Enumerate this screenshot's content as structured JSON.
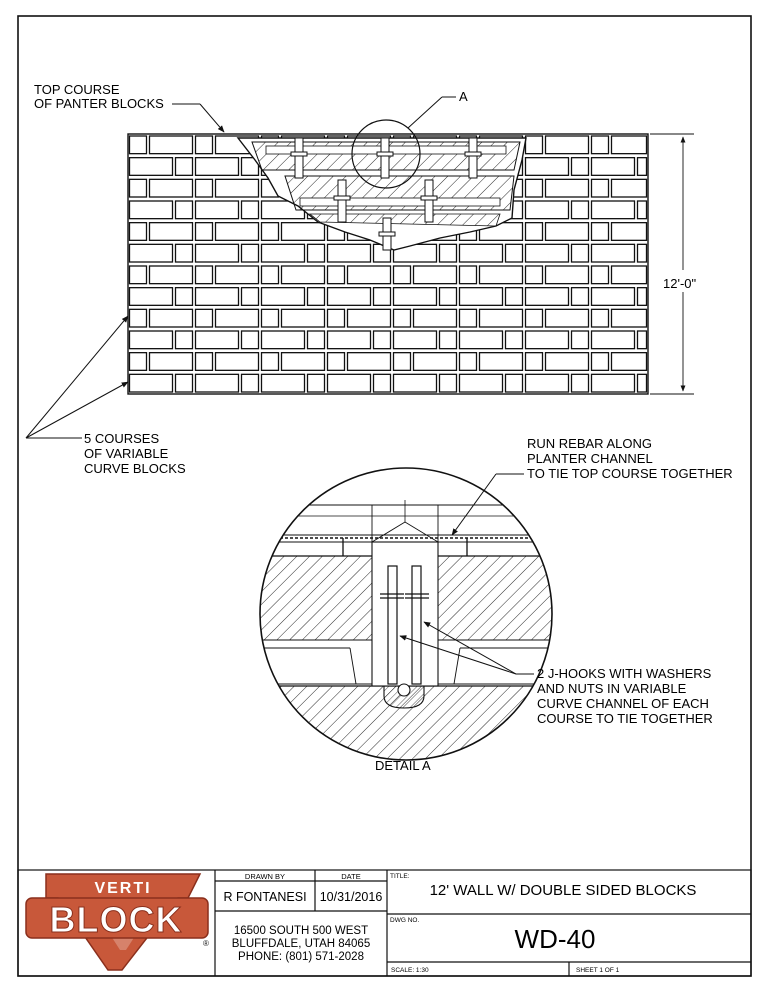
{
  "callouts": {
    "top_course": [
      "TOP COURSE",
      "OF PANTER BLOCKS"
    ],
    "detail_ref": "A",
    "height_dim": "12'-0\"",
    "curve_blocks": [
      "5 COURSES",
      "OF VARIABLE",
      "CURVE BLOCKS"
    ],
    "rebar": [
      "RUN REBAR ALONG",
      "PLANTER CHANNEL",
      "TO TIE TOP COURSE TOGETHER"
    ],
    "jhooks": [
      "2 J-HOOKS WITH WASHERS",
      "AND NUTS IN VARIABLE",
      "CURVE CHANNEL OF EACH",
      "COURSE TO TIE TOGETHER"
    ],
    "detail_title": "DETAIL A"
  },
  "title_block": {
    "logo_top": "VERTI",
    "logo_main": "BLOCK",
    "logo_reg": "®",
    "drawn_by_label": "DRAWN BY",
    "drawn_by": "R FONTANESI",
    "date_label": "DATE",
    "date": "10/31/2016",
    "address": [
      "16500 SOUTH 500 WEST",
      "BLUFFDALE, UTAH 84065",
      "PHONE: (801) 571-2028"
    ],
    "title_label": "TITLE:",
    "title": "12' WALL W/ DOUBLE SIDED BLOCKS",
    "dwg_label": "DWG NO.",
    "dwg_no": "WD-40",
    "scale": "SCALE: 1:30",
    "sheet": "SHEET 1 OF 1"
  },
  "colors": {
    "line": "#111111",
    "logo": "#c8583a",
    "logo_dark": "#8a2f1c"
  }
}
